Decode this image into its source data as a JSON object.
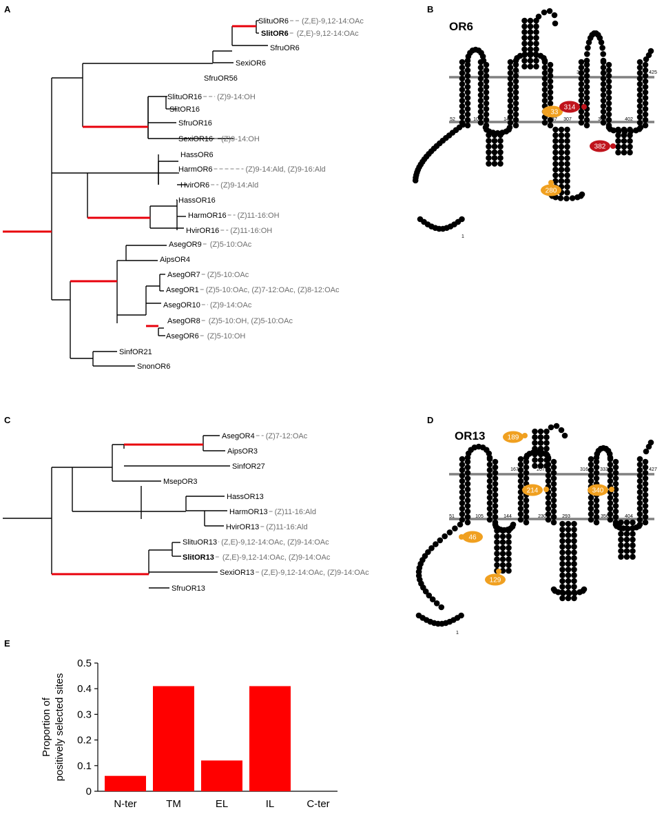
{
  "panels": {
    "a": "A",
    "b": "B",
    "c": "C",
    "d": "D",
    "e": "E"
  },
  "tree_a": {
    "taxa": [
      {
        "name": "SlituOR6",
        "ligand": "(Z,E)-9,12-14:OAc"
      },
      {
        "name": "SlitOR6",
        "ligand": "(Z,E)-9,12-14:OAc",
        "bold": true
      },
      {
        "name": "SfruOR6",
        "ligand": ""
      },
      {
        "name": "SexiOR6",
        "ligand": ""
      },
      {
        "name": "SfruOR56",
        "ligand": ""
      },
      {
        "name": "SlituOR16",
        "ligand": "(Z)9-14:OH"
      },
      {
        "name": "SlitOR16",
        "ligand": ""
      },
      {
        "name": "SfruOR16",
        "ligand": ""
      },
      {
        "name": "SexiOR16",
        "ligand": "(Z)9-14:OH"
      },
      {
        "name": "HassOR6",
        "ligand": ""
      },
      {
        "name": "HarmOR6",
        "ligand": "(Z)9-14:Ald, (Z)9-16:Ald"
      },
      {
        "name": "HvirOR6",
        "ligand": "(Z)9-14:Ald"
      },
      {
        "name": "HassOR16",
        "ligand": ""
      },
      {
        "name": "HarmOR16",
        "ligand": "(Z)11-16:OH"
      },
      {
        "name": "HvirOR16",
        "ligand": "(Z)11-16:OH"
      },
      {
        "name": "AsegOR9",
        "ligand": "(Z)5-10:OAc"
      },
      {
        "name": "AipsOR4",
        "ligand": ""
      },
      {
        "name": "AsegOR7",
        "ligand": "(Z)5-10:OAc"
      },
      {
        "name": "AsegOR1",
        "ligand": "(Z)5-10:OAc, (Z)7-12:OAc, (Z)8-12:OAc"
      },
      {
        "name": "AsegOR10",
        "ligand": "(Z)9-14:OAc"
      },
      {
        "name": "AsegOR8",
        "ligand": "(Z)5-10:OH, (Z)5-10:OAc"
      },
      {
        "name": "AsegOR6",
        "ligand": "(Z)5-10:OH"
      },
      {
        "name": "SinfOR21",
        "ligand": ""
      },
      {
        "name": "SnonOR6",
        "ligand": ""
      }
    ]
  },
  "tree_c": {
    "taxa": [
      {
        "name": "AsegOR4",
        "ligand": "(Z)7-12:OAc"
      },
      {
        "name": "AipsOR3",
        "ligand": ""
      },
      {
        "name": "SinfOR27",
        "ligand": ""
      },
      {
        "name": "MsepOR3",
        "ligand": ""
      },
      {
        "name": "HassOR13",
        "ligand": ""
      },
      {
        "name": "HarmOR13",
        "ligand": "(Z)11-16:Ald"
      },
      {
        "name": "HvirOR13",
        "ligand": "(Z)11-16:Ald"
      },
      {
        "name": "SlituOR13",
        "ligand": "(Z,E)-9,12-14:OAc, (Z)9-14:OAc"
      },
      {
        "name": "SlitOR13",
        "ligand": "(Z,E)-9,12-14:OAc, (Z)9-14:OAc",
        "bold": true
      },
      {
        "name": "SexiOR13",
        "ligand": "(Z,E)-9,12-14:OAc, (Z)9-14:OAc"
      },
      {
        "name": "SfruOR13",
        "ligand": ""
      }
    ]
  },
  "snake_b": {
    "title": "OR6",
    "top_numbers": [
      "75",
      "85",
      "168",
      "214",
      "330",
      "340",
      "425"
    ],
    "bottom_numbers": [
      "52",
      "108",
      "145",
      "237",
      "307",
      "363",
      "402"
    ],
    "end_label": "1",
    "sites": [
      {
        "label": "233",
        "color": "#f0a020"
      },
      {
        "label": "314",
        "color": "#c0141c"
      },
      {
        "label": "382",
        "color": "#c0141c"
      },
      {
        "label": "280",
        "color": "#f0a020"
      }
    ]
  },
  "snake_d": {
    "title": "OR13",
    "top_numbers": [
      "74",
      "82",
      "167",
      "207",
      "316",
      "333",
      "427"
    ],
    "bottom_numbers": [
      "51",
      "105",
      "144",
      "230",
      "293",
      "356",
      "404"
    ],
    "end_label": "1",
    "sites": [
      {
        "label": "189",
        "color": "#f0a020"
      },
      {
        "label": "214",
        "color": "#f0a020"
      },
      {
        "label": "340",
        "color": "#f0a020"
      },
      {
        "label": "46",
        "color": "#f0a020"
      },
      {
        "label": "129",
        "color": "#f0a020"
      }
    ]
  },
  "chart_data": {
    "type": "bar",
    "categories": [
      "N-ter",
      "TM",
      "EL",
      "IL",
      "C-ter"
    ],
    "values": [
      0.06,
      0.41,
      0.12,
      0.41,
      0
    ],
    "ylabel": "Proportion of positively selected sites",
    "ylim": [
      0,
      0.5
    ],
    "yticks": [
      "0",
      "0.1",
      "0.2",
      "0.3",
      "0.4",
      "0.5"
    ],
    "bar_color": "#ff0000"
  },
  "colors": {
    "selected_branch": "#e8000b",
    "dash": "#9a9a9a",
    "membrane": "#808080",
    "site_orange": "#f0a020",
    "site_red": "#c0141c"
  }
}
